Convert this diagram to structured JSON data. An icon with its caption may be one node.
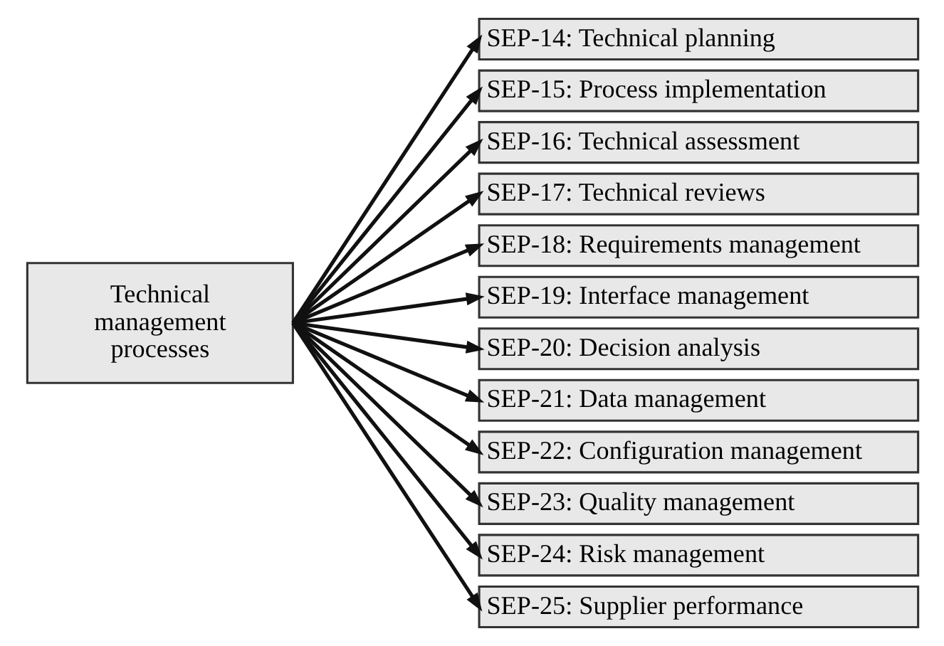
{
  "diagram": {
    "nodes": [
      {
        "text": [
          "Technical management processes"
        ]
      },
      {
        "text": [
          "SEP-14: Technical planning"
        ]
      },
      {
        "text": [
          "SEP-15: Process implementation"
        ]
      },
      {
        "text": [
          "SEP-16: Technical assessment"
        ]
      },
      {
        "text": [
          "SEP-17: Technical reviews"
        ]
      },
      {
        "text": [
          "SEP-18: Requirements management"
        ]
      },
      {
        "text": [
          "SEP-19: Interface management"
        ]
      },
      {
        "text": [
          "SEP-20: Decision analysis"
        ]
      },
      {
        "text": [
          "SEP-21: Data management"
        ]
      },
      {
        "text": [
          "SEP-22: Configuration management"
        ]
      },
      {
        "text": [
          "SEP-23: Quality management"
        ]
      },
      {
        "text": [
          "SEP-24: Risk management"
        ]
      },
      {
        "text": [
          "SEP-25: Supplier performance"
        ]
      }
    ],
    "edges": [
      {
        "from": 0,
        "to": 1,
        "arrow": "to"
      },
      {
        "from": 0,
        "to": 2,
        "arrow": "to"
      },
      {
        "from": 0,
        "to": 3,
        "arrow": "to"
      },
      {
        "from": 0,
        "to": 4,
        "arrow": "to"
      },
      {
        "from": 0,
        "to": 5,
        "arrow": "to"
      },
      {
        "from": 0,
        "to": 6,
        "arrow": "to"
      },
      {
        "from": 0,
        "to": 7,
        "arrow": "to"
      },
      {
        "from": 0,
        "to": 8,
        "arrow": "to"
      },
      {
        "from": 0,
        "to": 9,
        "arrow": "to"
      },
      {
        "from": 0,
        "to": 10,
        "arrow": "to"
      },
      {
        "from": 0,
        "to": 11,
        "arrow": "to"
      },
      {
        "from": 0,
        "to": 12,
        "arrow": "to"
      }
    ]
  }
}
